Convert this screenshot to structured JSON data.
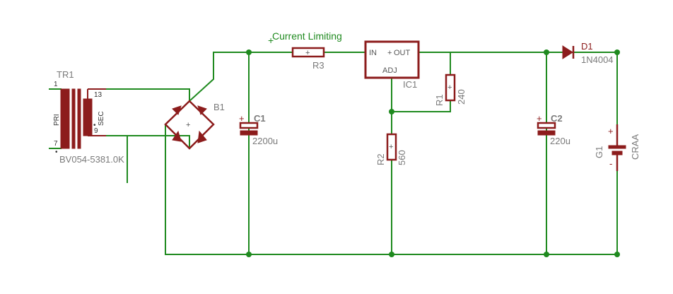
{
  "annotation": {
    "text": "Current Limiting"
  },
  "transformer": {
    "name": "TR1",
    "value": "BV054-5381.0K",
    "primary_label": "PRI",
    "secondary_label": "SEC",
    "pins": {
      "p1": "1",
      "p7": "7",
      "p13": "13",
      "p9": "9"
    }
  },
  "bridge": {
    "name": "B1",
    "plus": "+"
  },
  "c1": {
    "name": "C1",
    "value": "2200u"
  },
  "r3": {
    "name": "R3"
  },
  "regulator": {
    "name": "IC1",
    "in_label": "IN",
    "out_label": "OUT",
    "adj_label": "ADJ"
  },
  "r1": {
    "name": "R1",
    "value": "240"
  },
  "r2": {
    "name": "R2",
    "value": "560"
  },
  "c2": {
    "name": "C2",
    "value": "220u"
  },
  "d1": {
    "name": "D1",
    "value": "1N4004"
  },
  "g1": {
    "name": "G1",
    "value": "CRAA",
    "plus": "+",
    "minus": "-"
  },
  "colors": {
    "wire": "#1f8a1f",
    "component": "#8c1c1c",
    "label": "#7a7a7a"
  }
}
